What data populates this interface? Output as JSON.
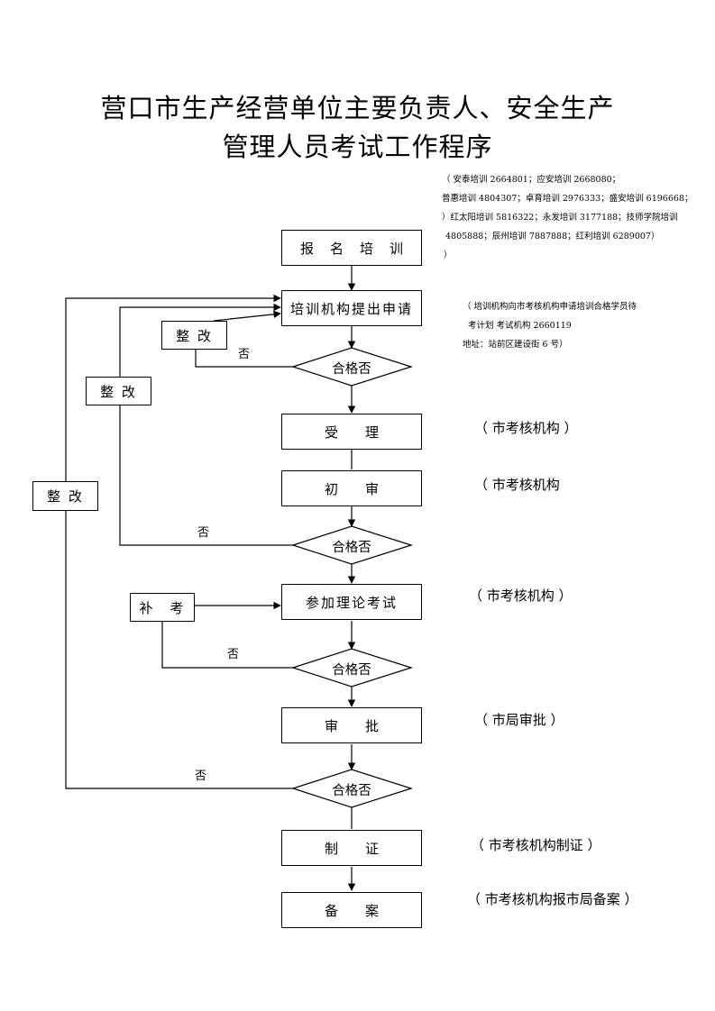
{
  "title": {
    "line1": "营口市生产经营单位主要负责人、安全生产",
    "line2": "管理人员考试工作程序"
  },
  "training_info": [
    "（ 安泰培训 2664801；应安培训 2668080；",
    "普惠培训 4804307；卓育培训 2976333；盛安培训 6196668；",
    "）红太阳培训 5816322；永发培训 3177188；技师学院培训",
    "4805888；辰州培训 7887888；红利培训 6289007）",
    "）"
  ],
  "apply_note": [
    "（ 培训机构向市考核机构申请培训合格学员待",
    "考计划  考试机构 2660119",
    "地址：站前区建设街 6 号）"
  ],
  "steps": {
    "s1": "报名培训",
    "s2": "培训机构提出申请",
    "s3": "受理",
    "s4": "初审",
    "s5": "参加理论考试",
    "s6": "审批",
    "s7": "制证",
    "s8": "备案"
  },
  "decision_label": "合格否",
  "no_label": "否",
  "rectify_label": "整 改",
  "makeup_label": "补　考",
  "notes": {
    "n3": "（ 市考核机构 ）",
    "n4": "（ 市考核机构",
    "n5": "（ 市考核机构 ）",
    "n6": "（ 市局审批 ）",
    "n7": "（ 市考核机构制证 ）",
    "n8": "（ 市考核机构报市局备案 ）"
  }
}
